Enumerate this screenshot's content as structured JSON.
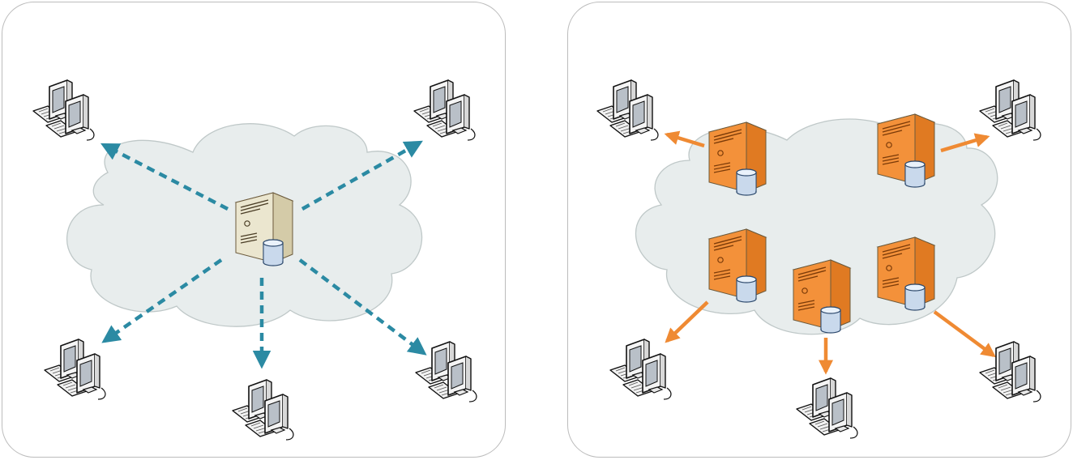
{
  "diagrams": [
    {
      "name": "centralized-network",
      "server_style": "beige",
      "connection_style": "dashed",
      "colors": {
        "cloud_fill": "#e8eded",
        "cloud_stroke": "#bfc8c8",
        "arrow": "#2b8aa3",
        "server_body": "#ebe6cf"
      },
      "servers": 1,
      "clients": 5
    },
    {
      "name": "distributed-network",
      "server_style": "orange",
      "connection_style": "solid",
      "colors": {
        "cloud_fill": "#e8eded",
        "cloud_stroke": "#bfc8c8",
        "arrow": "#ef8a33",
        "server_body": "#f3913a"
      },
      "servers": 5,
      "clients": 5
    }
  ]
}
